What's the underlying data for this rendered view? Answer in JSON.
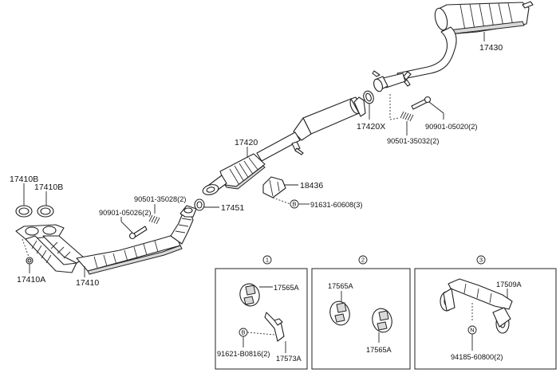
{
  "diagram": {
    "title": "Exhaust pipe & muffler parts diagram",
    "labels": {
      "p17430": "17430",
      "p17420x": "17420X",
      "p90901_05020": "90901-05020(2)",
      "p90501_35032": "90501-35032(2)",
      "p17420": "17420",
      "p18436": "18436",
      "p91631": "91631-60608(3)",
      "p17451": "17451",
      "p90501_35028": "90501-35028(2)",
      "p90901_05026": "90901-05026(2)",
      "p17410b_1": "17410B",
      "p17410b_2": "17410B",
      "p17410a": "17410A",
      "p17410": "17410"
    },
    "markers": {
      "b_main": "B",
      "b_inset1": "B",
      "n_inset3": "N"
    },
    "insets": [
      {
        "number": "1",
        "labels": [
          "17565A",
          "17573A",
          "91621-B0816(2)"
        ]
      },
      {
        "number": "2",
        "labels": [
          "17565A",
          "17565A"
        ]
      },
      {
        "number": "3",
        "labels": [
          "17509A",
          "94185-60800(2)"
        ]
      }
    ]
  }
}
